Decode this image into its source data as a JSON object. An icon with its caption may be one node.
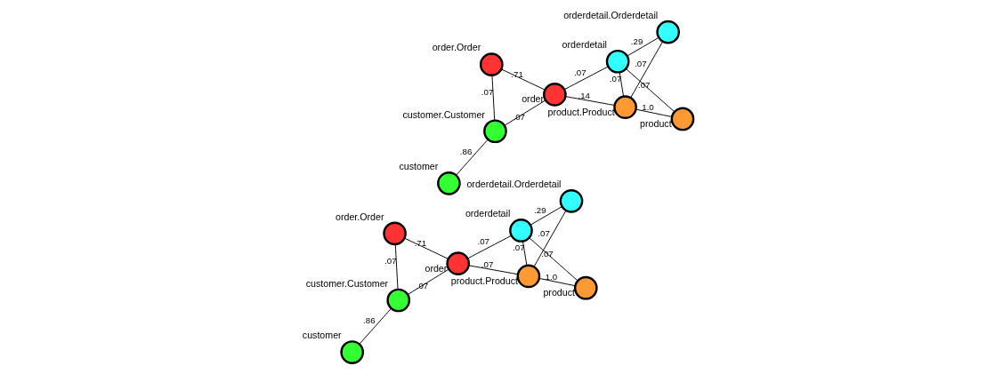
{
  "diagram": {
    "nodes": [
      {
        "text": [
          "product.Product"
        ]
      },
      {
        "text": [
          "orderdetail.Orderdetail"
        ]
      },
      {
        "text": [
          "product"
        ]
      },
      {
        "text": [
          "order"
        ]
      },
      {
        "text": [
          "orderdetail"
        ]
      },
      {
        "text": [
          "order.Order"
        ]
      },
      {
        "text": [
          "customer.Customer"
        ]
      },
      {
        "text": [
          "customer"
        ]
      },
      {
        "text": [
          "product.Product"
        ]
      },
      {
        "text": [
          "orderdetail.Orderdetail"
        ]
      },
      {
        "text": [
          "product"
        ]
      },
      {
        "text": [
          "order"
        ]
      },
      {
        "text": [
          "orderdetail"
        ]
      },
      {
        "text": [
          "order.Order"
        ]
      },
      {
        "text": [
          "customer.Customer"
        ]
      },
      {
        "text": [
          "customer"
        ]
      }
    ],
    "edges": [
      {
        "from": 0,
        "to": 1,
        "arrow": "none",
        "label": ".07"
      },
      {
        "from": 0,
        "to": 3,
        "arrow": "none",
        "label": ".07"
      },
      {
        "from": 0,
        "to": 4,
        "arrow": "none",
        "label": ".07"
      },
      {
        "from": 0,
        "to": 2,
        "arrow": "none",
        "label": "1.0"
      },
      {
        "from": 1,
        "to": 4,
        "arrow": "none",
        "label": ".29"
      },
      {
        "from": 4,
        "to": 2,
        "arrow": "none",
        "label": ".07"
      },
      {
        "from": 3,
        "to": 4,
        "arrow": "none",
        "label": ".07"
      },
      {
        "from": 3,
        "to": 6,
        "arrow": "none",
        "label": ".07"
      },
      {
        "from": 3,
        "to": 5,
        "arrow": "none",
        "label": ".71"
      },
      {
        "from": 6,
        "to": 5,
        "arrow": "none",
        "label": ".07"
      },
      {
        "from": 7,
        "to": 6,
        "arrow": "none",
        "label": ".86"
      },
      {
        "from": 8,
        "to": 9,
        "arrow": "none",
        "label": ".07"
      },
      {
        "from": 8,
        "to": 11,
        "arrow": "none",
        "label": ".14"
      },
      {
        "from": 8,
        "to": 12,
        "arrow": "none",
        "label": ".07"
      },
      {
        "from": 8,
        "to": 10,
        "arrow": "none",
        "label": "1.0"
      },
      {
        "from": 9,
        "to": 12,
        "arrow": "none",
        "label": ".29"
      },
      {
        "from": 12,
        "to": 10,
        "arrow": "none",
        "label": ".07"
      },
      {
        "from": 11,
        "to": 12,
        "arrow": "none",
        "label": ".07"
      },
      {
        "from": 11,
        "to": 14,
        "arrow": "none",
        "label": ".07"
      },
      {
        "from": 11,
        "to": 13,
        "arrow": "none",
        "label": ".71"
      },
      {
        "from": 14,
        "to": 13,
        "arrow": "none",
        "label": ".07"
      },
      {
        "from": 15,
        "to": 14,
        "arrow": "none",
        "label": ".86"
      }
    ]
  }
}
